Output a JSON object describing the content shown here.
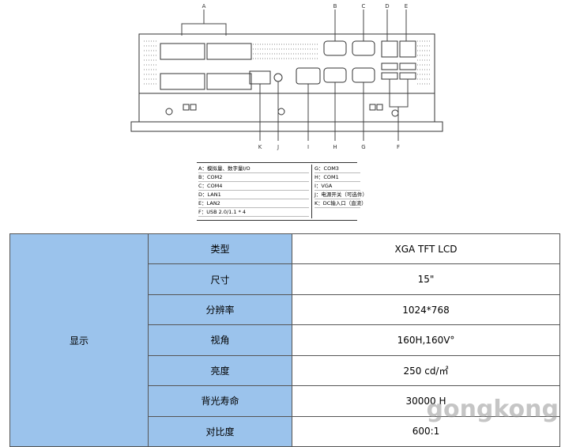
{
  "diagram": {
    "callouts": [
      "A",
      "B",
      "C",
      "D",
      "E",
      "K",
      "J",
      "I",
      "H",
      "G",
      "F"
    ]
  },
  "legend": {
    "left": [
      "A：模拟量、数字量I/O",
      "B：COM2",
      "C：COM4",
      "D：LAN1",
      "E：LAN2",
      "F：USB 2.0/1.1 * 4"
    ],
    "right": [
      "G：COM3",
      "H：COM1",
      "I：VGA",
      "J：电源开关（可选件）",
      "K：DC输入口（直流）"
    ]
  },
  "spec": {
    "category": "显示",
    "rows": [
      {
        "label": "类型",
        "value": "XGA TFT LCD"
      },
      {
        "label": "尺寸",
        "value": "15\""
      },
      {
        "label": "分辨率",
        "value": "1024*768"
      },
      {
        "label": "视角",
        "value": "160H,160V°"
      },
      {
        "label": "亮度",
        "value": "250 cd/㎡"
      },
      {
        "label": "背光寿命",
        "value": "30000 H"
      },
      {
        "label": "对比度",
        "value": "600:1"
      }
    ]
  },
  "watermark": "gongkong"
}
